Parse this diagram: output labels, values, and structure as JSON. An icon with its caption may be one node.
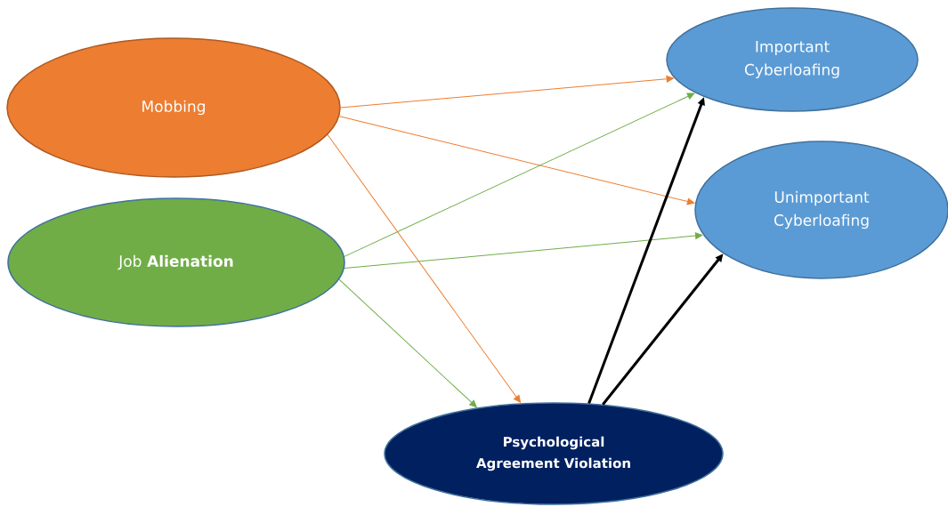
{
  "diagram": {
    "nodes": [
      {
        "text": [
          "Mobbing"
        ]
      },
      {
        "text": [
          "Job **Alienation**"
        ]
      },
      {
        "text": [
          "Important Cyberloafing"
        ]
      },
      {
        "text": [
          "Unimportant Cyberloafing"
        ]
      },
      {
        "text": [
          "Psychological Agreement Violation"
        ]
      }
    ],
    "edges": [
      {
        "from": 0,
        "to": 2,
        "arrow": "to",
        "color": "#ed7d31"
      },
      {
        "from": 0,
        "to": 3,
        "arrow": "to",
        "color": "#ed7d31"
      },
      {
        "from": 0,
        "to": 4,
        "arrow": "to",
        "color": "#ed7d31"
      },
      {
        "from": 1,
        "to": 2,
        "arrow": "to",
        "color": "#70ad47"
      },
      {
        "from": 1,
        "to": 3,
        "arrow": "to",
        "color": "#70ad47"
      },
      {
        "from": 1,
        "to": 4,
        "arrow": "to",
        "color": "#70ad47"
      },
      {
        "from": 4,
        "to": 2,
        "arrow": "to",
        "style": "thick",
        "color": "#000000"
      },
      {
        "from": 4,
        "to": 3,
        "arrow": "to",
        "style": "thick",
        "color": "#000000"
      }
    ]
  }
}
